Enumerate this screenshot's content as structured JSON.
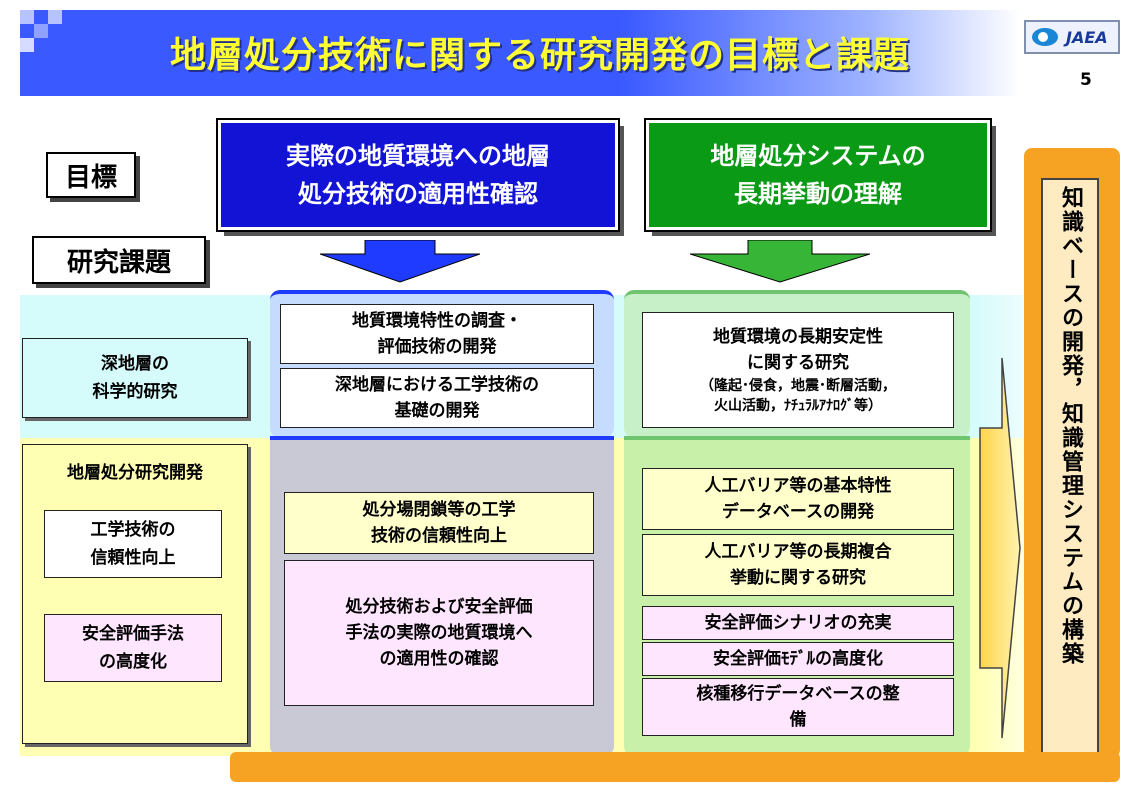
{
  "header": {
    "title": "地層処分技術に関する研究開発の目標と課題",
    "logo_text": "JAEA",
    "page_number": "5"
  },
  "labels": {
    "goal": "目標",
    "research_topics": "研究課題"
  },
  "goals": {
    "left": [
      "実際の地質環境への地層",
      "処分技術の適用性確認"
    ],
    "right": [
      "地層処分システムの",
      "長期挙動の理解"
    ]
  },
  "rows": {
    "deep_geology": [
      "深地層の",
      "科学的研究"
    ],
    "disposal_rd": "地層処分研究開発",
    "engineering": [
      "工学技術の",
      "信頼性向上"
    ],
    "safety": [
      "安全評価手法",
      "の高度化"
    ]
  },
  "left_column": {
    "survey": [
      "地質環境特性の調査・",
      "評価技術の開発"
    ],
    "deep_eng": [
      "深地層における工学技術の",
      "基礎の開発"
    ],
    "closure": [
      "処分場閉鎖等の工学",
      "技術の信頼性向上"
    ],
    "application": [
      "処分技術および安全評価",
      "手法の実際の地質環境へ",
      "の適用性の確認"
    ]
  },
  "right_column": {
    "stability": [
      "地質環境の長期安定性",
      "に関する研究"
    ],
    "stability_detail": [
      "（隆起･侵食，地震･断層活動，",
      "火山活動，ﾅﾁｭﾗﾙｱﾅﾛｸﾞ等）"
    ],
    "barrier_db": [
      "人工バリア等の基本特性",
      "データベースの開発"
    ],
    "barrier_long": [
      "人工バリア等の長期複合",
      "挙動に関する研究"
    ],
    "scenario": "安全評価シナリオの充実",
    "model": "安全評価ﾓﾃﾞﾙの高度化",
    "nuclide_db": [
      "核種移行データベースの整",
      "備"
    ]
  },
  "knowledge": "知識ベースの開発，知識管理システムの構築",
  "colors": {
    "title_blue": "#3a59ff",
    "goal_blue": "#1313d6",
    "goal_green": "#0a9a16",
    "band_cyan": "#d6fbfb",
    "band_yellow": "#ffffb4",
    "orange": "#f6a323"
  }
}
